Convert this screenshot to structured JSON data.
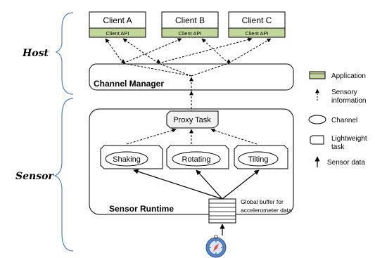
{
  "regions": {
    "host_label": "Host",
    "sensor_label": "Sensor"
  },
  "clients": [
    {
      "name": "Client A",
      "api_label": "Client API"
    },
    {
      "name": "Client B",
      "api_label": "Client API"
    },
    {
      "name": "Client C",
      "api_label": "Client API"
    }
  ],
  "channel_manager": {
    "label": "Channel Manager"
  },
  "sensor_runtime": {
    "label": "Sensor Runtime",
    "proxy_task": "Proxy Task",
    "channels": [
      "Shaking",
      "Rotating",
      "Tilting"
    ],
    "buffer_caption_line1": "Global buffer for",
    "buffer_caption_line2": "accelerometer data"
  },
  "legend": {
    "application": "Application",
    "sensory_line1": "Sensory",
    "sensory_line2": "information",
    "channel": "Channel",
    "task_line1": "Lightweight",
    "task_line2": "task",
    "sensor_data": "Sensor data"
  },
  "colors": {
    "api_band": "#c3d69b",
    "line": "#000000",
    "box_fill": "#ffffff",
    "proxy_fill": "#f2f2f2",
    "bracket": "#4f81bd",
    "sensor_icon_ring": "#5b86c5",
    "sensor_icon_face": "#d9e6f7",
    "sensor_icon_needle": "#e2553b"
  },
  "icons": [
    "sensor-compass-icon"
  ]
}
